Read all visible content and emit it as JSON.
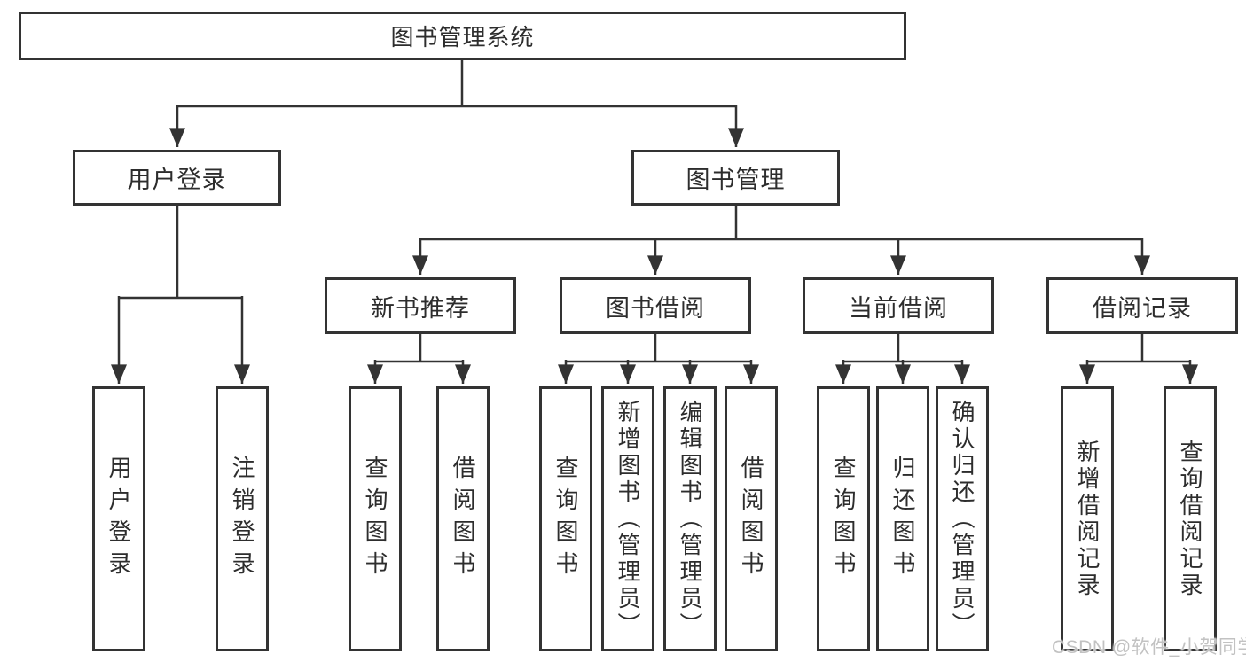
{
  "diagram": {
    "title": "图书管理系统",
    "tree": {
      "label": "图书管理系统",
      "children": [
        {
          "label": "用户登录",
          "children": [
            {
              "label": "用户登录"
            },
            {
              "label": "注销登录"
            }
          ]
        },
        {
          "label": "图书管理",
          "children": [
            {
              "label": "新书推荐",
              "children": [
                {
                  "label": "查询图书"
                },
                {
                  "label": "借阅图书"
                }
              ]
            },
            {
              "label": "图书借阅",
              "children": [
                {
                  "label": "查询图书"
                },
                {
                  "label": "新增图书（管理员）"
                },
                {
                  "label": "编辑图书（管理员）"
                },
                {
                  "label": "借阅图书"
                }
              ]
            },
            {
              "label": "当前借阅",
              "children": [
                {
                  "label": "查询图书"
                },
                {
                  "label": "归还图书"
                },
                {
                  "label": "确认归还（管理员）"
                }
              ]
            },
            {
              "label": "借阅记录",
              "children": [
                {
                  "label": "新增借阅记录"
                },
                {
                  "label": "查询借阅记录"
                }
              ]
            }
          ]
        }
      ]
    },
    "watermark": "CSDN @软件_小贺同学",
    "colors": {
      "line": "#333333",
      "text": "#2d2d2d",
      "background": "#ffffff",
      "watermark": "#c2c2c2"
    }
  }
}
